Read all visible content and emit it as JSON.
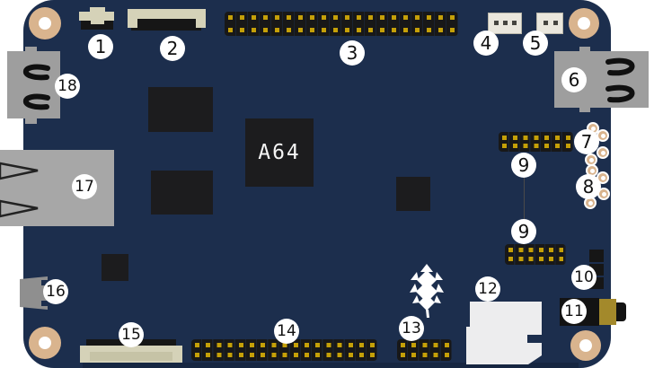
{
  "board": {
    "soc_label": "A64",
    "logo_icon": "pinecone-icon",
    "colors": {
      "pcb": "#1c2e4d",
      "background": "#ffffff",
      "mounting_hole": "#d9b48e",
      "pin_gold": "#c5a008",
      "connector_beige": "#d5d2b8",
      "connector_cream": "#eae7dd",
      "port_gray": "#9e9e9e",
      "chip_black": "#1c1c1e",
      "sd_card_white": "#ededee",
      "jack_gold": "#a3892b",
      "callout_bg": "#ffffff",
      "callout_text": "#111111"
    }
  },
  "callouts": [
    {
      "label": "1",
      "component": "small-connector-top-left"
    },
    {
      "label": "2",
      "component": "fpc-connector-top"
    },
    {
      "label": "3",
      "component": "gpio-header-top"
    },
    {
      "label": "4",
      "component": "jst-connector-3pin"
    },
    {
      "label": "5",
      "component": "jst-connector-2pin"
    },
    {
      "label": "6",
      "component": "usb-port-right"
    },
    {
      "label": "7",
      "component": "solder-pad-group-upper"
    },
    {
      "label": "8",
      "component": "solder-pad-group-lower"
    },
    {
      "label": "9",
      "component": "header-right-upper"
    },
    {
      "label": "9",
      "component": "header-right-lower"
    },
    {
      "label": "10",
      "component": "black-component-right"
    },
    {
      "label": "11",
      "component": "audio-jack"
    },
    {
      "label": "12",
      "component": "microsd-card"
    },
    {
      "label": "13",
      "component": "header-bottom-small"
    },
    {
      "label": "14",
      "component": "header-bottom-long"
    },
    {
      "label": "15",
      "component": "fpc-connector-bottom"
    },
    {
      "label": "16",
      "component": "micro-usb-port"
    },
    {
      "label": "17",
      "component": "ethernet-port"
    },
    {
      "label": "18",
      "component": "usb-port-left"
    }
  ]
}
